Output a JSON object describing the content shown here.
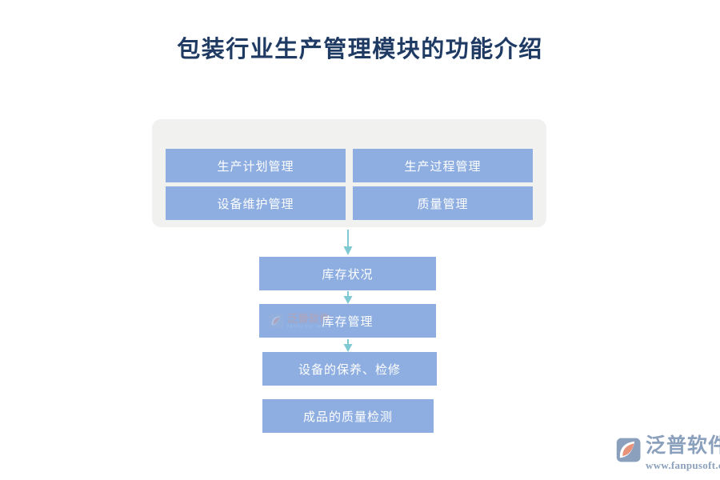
{
  "page": {
    "title": "包装行业生产管理模块的功能介绍",
    "background_color": "#ffffff",
    "title_color": "#1f3a63"
  },
  "colors": {
    "box_blue": "#8eaee1",
    "panel_gray": "#f1f1f0",
    "arrow_teal": "#7fc9d3",
    "box_text": "#ffffff",
    "logo_blue_gray": "#8aa0bd",
    "logo_orange": "#e8927a"
  },
  "module_group": {
    "boxes": [
      {
        "label": "生产计划管理"
      },
      {
        "label": "生产过程管理"
      },
      {
        "label": "设备维护管理"
      },
      {
        "label": "质量管理"
      }
    ]
  },
  "flow": {
    "boxes": [
      {
        "label": "库存状况",
        "has_watermark": false
      },
      {
        "label": "库存管理",
        "has_watermark": true
      },
      {
        "label": "设备的保养、检修",
        "has_watermark": false
      },
      {
        "label": "成品的质量检测",
        "has_watermark": false
      }
    ],
    "arrows": [
      {
        "name": "arrow-group-to-inventory-status"
      },
      {
        "name": "arrow-inventory-status-to-inventory-management"
      },
      {
        "name": "arrow-inventory-management-to-maintenance"
      }
    ]
  },
  "watermark": {
    "cn": "泛普软件",
    "en": "FANPU SOFTWARE"
  },
  "brand": {
    "name_cn": "泛普软件",
    "url": "www.fanpusoft.com"
  }
}
